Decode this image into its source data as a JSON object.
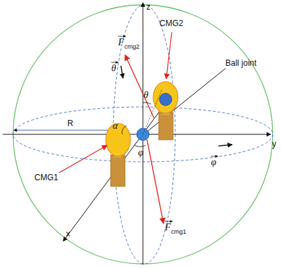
{
  "diagram": {
    "labels": [
      "z",
      "CMG2",
      "F",
      "cmg2",
      "θ",
      "θ",
      "Ball joint",
      "R",
      "α",
      "y",
      "φ",
      "φ",
      "CMG1",
      "x",
      "F",
      "cmg1"
    ]
  }
}
